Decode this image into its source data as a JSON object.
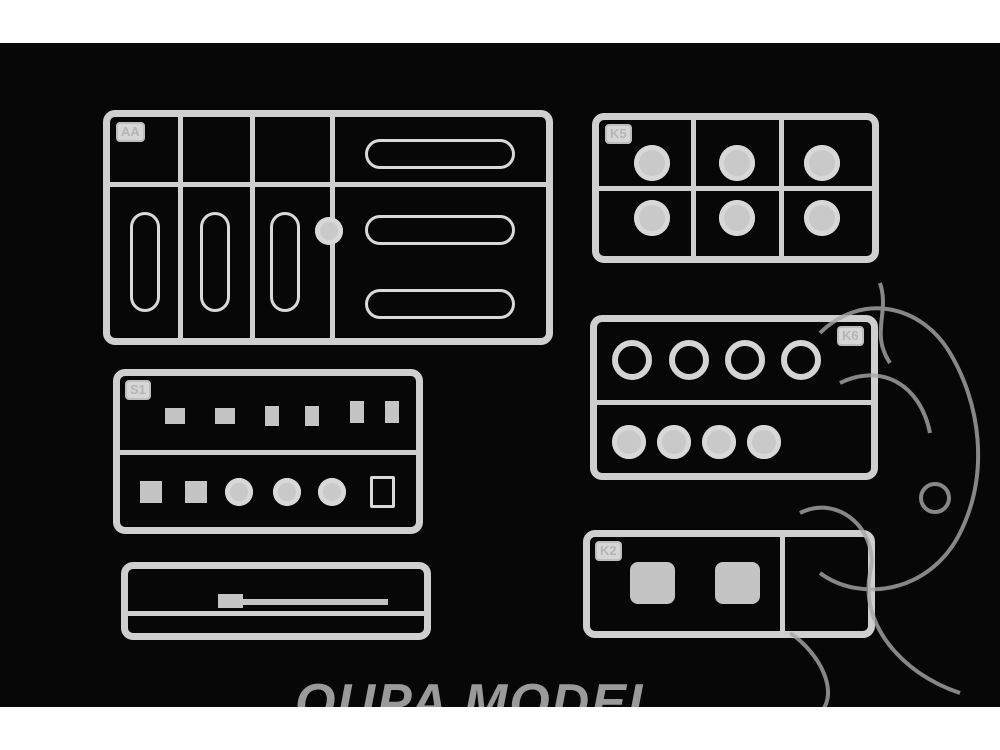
{
  "sprues": {
    "aa": {
      "label": "AA"
    },
    "k5": {
      "label": "K5"
    },
    "k6": {
      "label": "K6"
    },
    "s1": {
      "label": "S1"
    },
    "k2": {
      "label": "K2"
    }
  },
  "watermark": {
    "text": "OUPA MODEL"
  },
  "colors": {
    "background": "#070707",
    "plastic": "#cfcfcf",
    "watermark": "#9a9a9a"
  }
}
